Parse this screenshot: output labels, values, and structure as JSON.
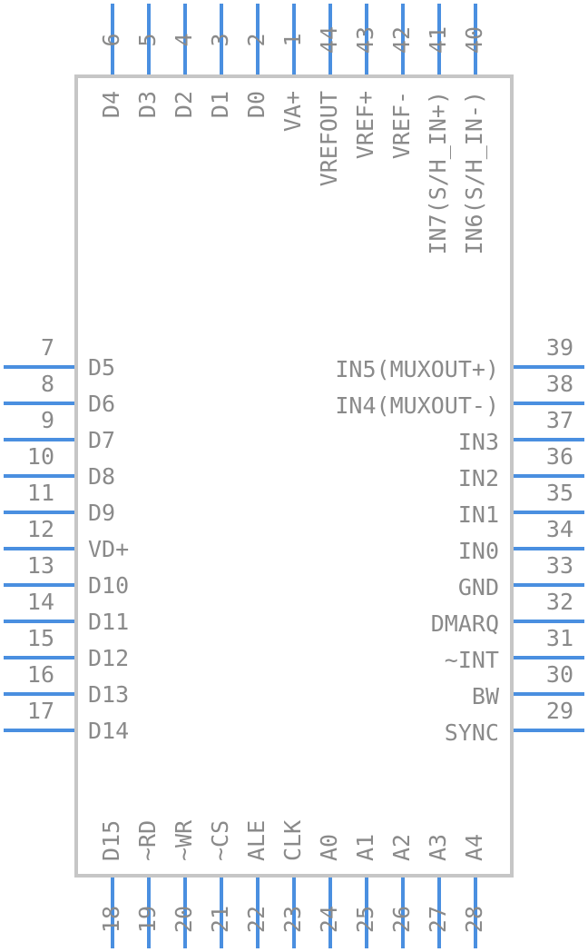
{
  "colors": {
    "pin": "#4a8fe0",
    "body_outline": "#c6c6c6",
    "text": "#8a8a8a"
  },
  "top_pins": [
    {
      "num": "6",
      "name": "D4"
    },
    {
      "num": "5",
      "name": "D3"
    },
    {
      "num": "4",
      "name": "D2"
    },
    {
      "num": "3",
      "name": "D1"
    },
    {
      "num": "2",
      "name": "D0"
    },
    {
      "num": "1",
      "name": "VA+"
    },
    {
      "num": "44",
      "name": "VREFOUT"
    },
    {
      "num": "43",
      "name": "VREF+"
    },
    {
      "num": "42",
      "name": "VREF-"
    },
    {
      "num": "41",
      "name": "IN7(S/H_IN+)"
    },
    {
      "num": "40",
      "name": "IN6(S/H_IN-)"
    }
  ],
  "left_pins": [
    {
      "num": "7",
      "name": "D5"
    },
    {
      "num": "8",
      "name": "D6"
    },
    {
      "num": "9",
      "name": "D7"
    },
    {
      "num": "10",
      "name": "D8"
    },
    {
      "num": "11",
      "name": "D9"
    },
    {
      "num": "12",
      "name": "VD+"
    },
    {
      "num": "13",
      "name": "D10"
    },
    {
      "num": "14",
      "name": "D11"
    },
    {
      "num": "15",
      "name": "D12"
    },
    {
      "num": "16",
      "name": "D13"
    },
    {
      "num": "17",
      "name": "D14"
    }
  ],
  "right_pins": [
    {
      "num": "39",
      "name": "IN5(MUXOUT+)"
    },
    {
      "num": "38",
      "name": "IN4(MUXOUT-)"
    },
    {
      "num": "37",
      "name": "IN3"
    },
    {
      "num": "36",
      "name": "IN2"
    },
    {
      "num": "35",
      "name": "IN1"
    },
    {
      "num": "34",
      "name": "IN0"
    },
    {
      "num": "33",
      "name": "GND"
    },
    {
      "num": "32",
      "name": "DMARQ"
    },
    {
      "num": "31",
      "name": "~INT"
    },
    {
      "num": "30",
      "name": "BW"
    },
    {
      "num": "29",
      "name": "SYNC"
    }
  ],
  "bottom_pins": [
    {
      "num": "18",
      "name": "D15"
    },
    {
      "num": "19",
      "name": "~RD"
    },
    {
      "num": "20",
      "name": "~WR"
    },
    {
      "num": "21",
      "name": "~CS"
    },
    {
      "num": "22",
      "name": "ALE"
    },
    {
      "num": "23",
      "name": "CLK"
    },
    {
      "num": "24",
      "name": "A0"
    },
    {
      "num": "25",
      "name": "A1"
    },
    {
      "num": "26",
      "name": "A2"
    },
    {
      "num": "27",
      "name": "A3"
    },
    {
      "num": "28",
      "name": "A4"
    }
  ]
}
